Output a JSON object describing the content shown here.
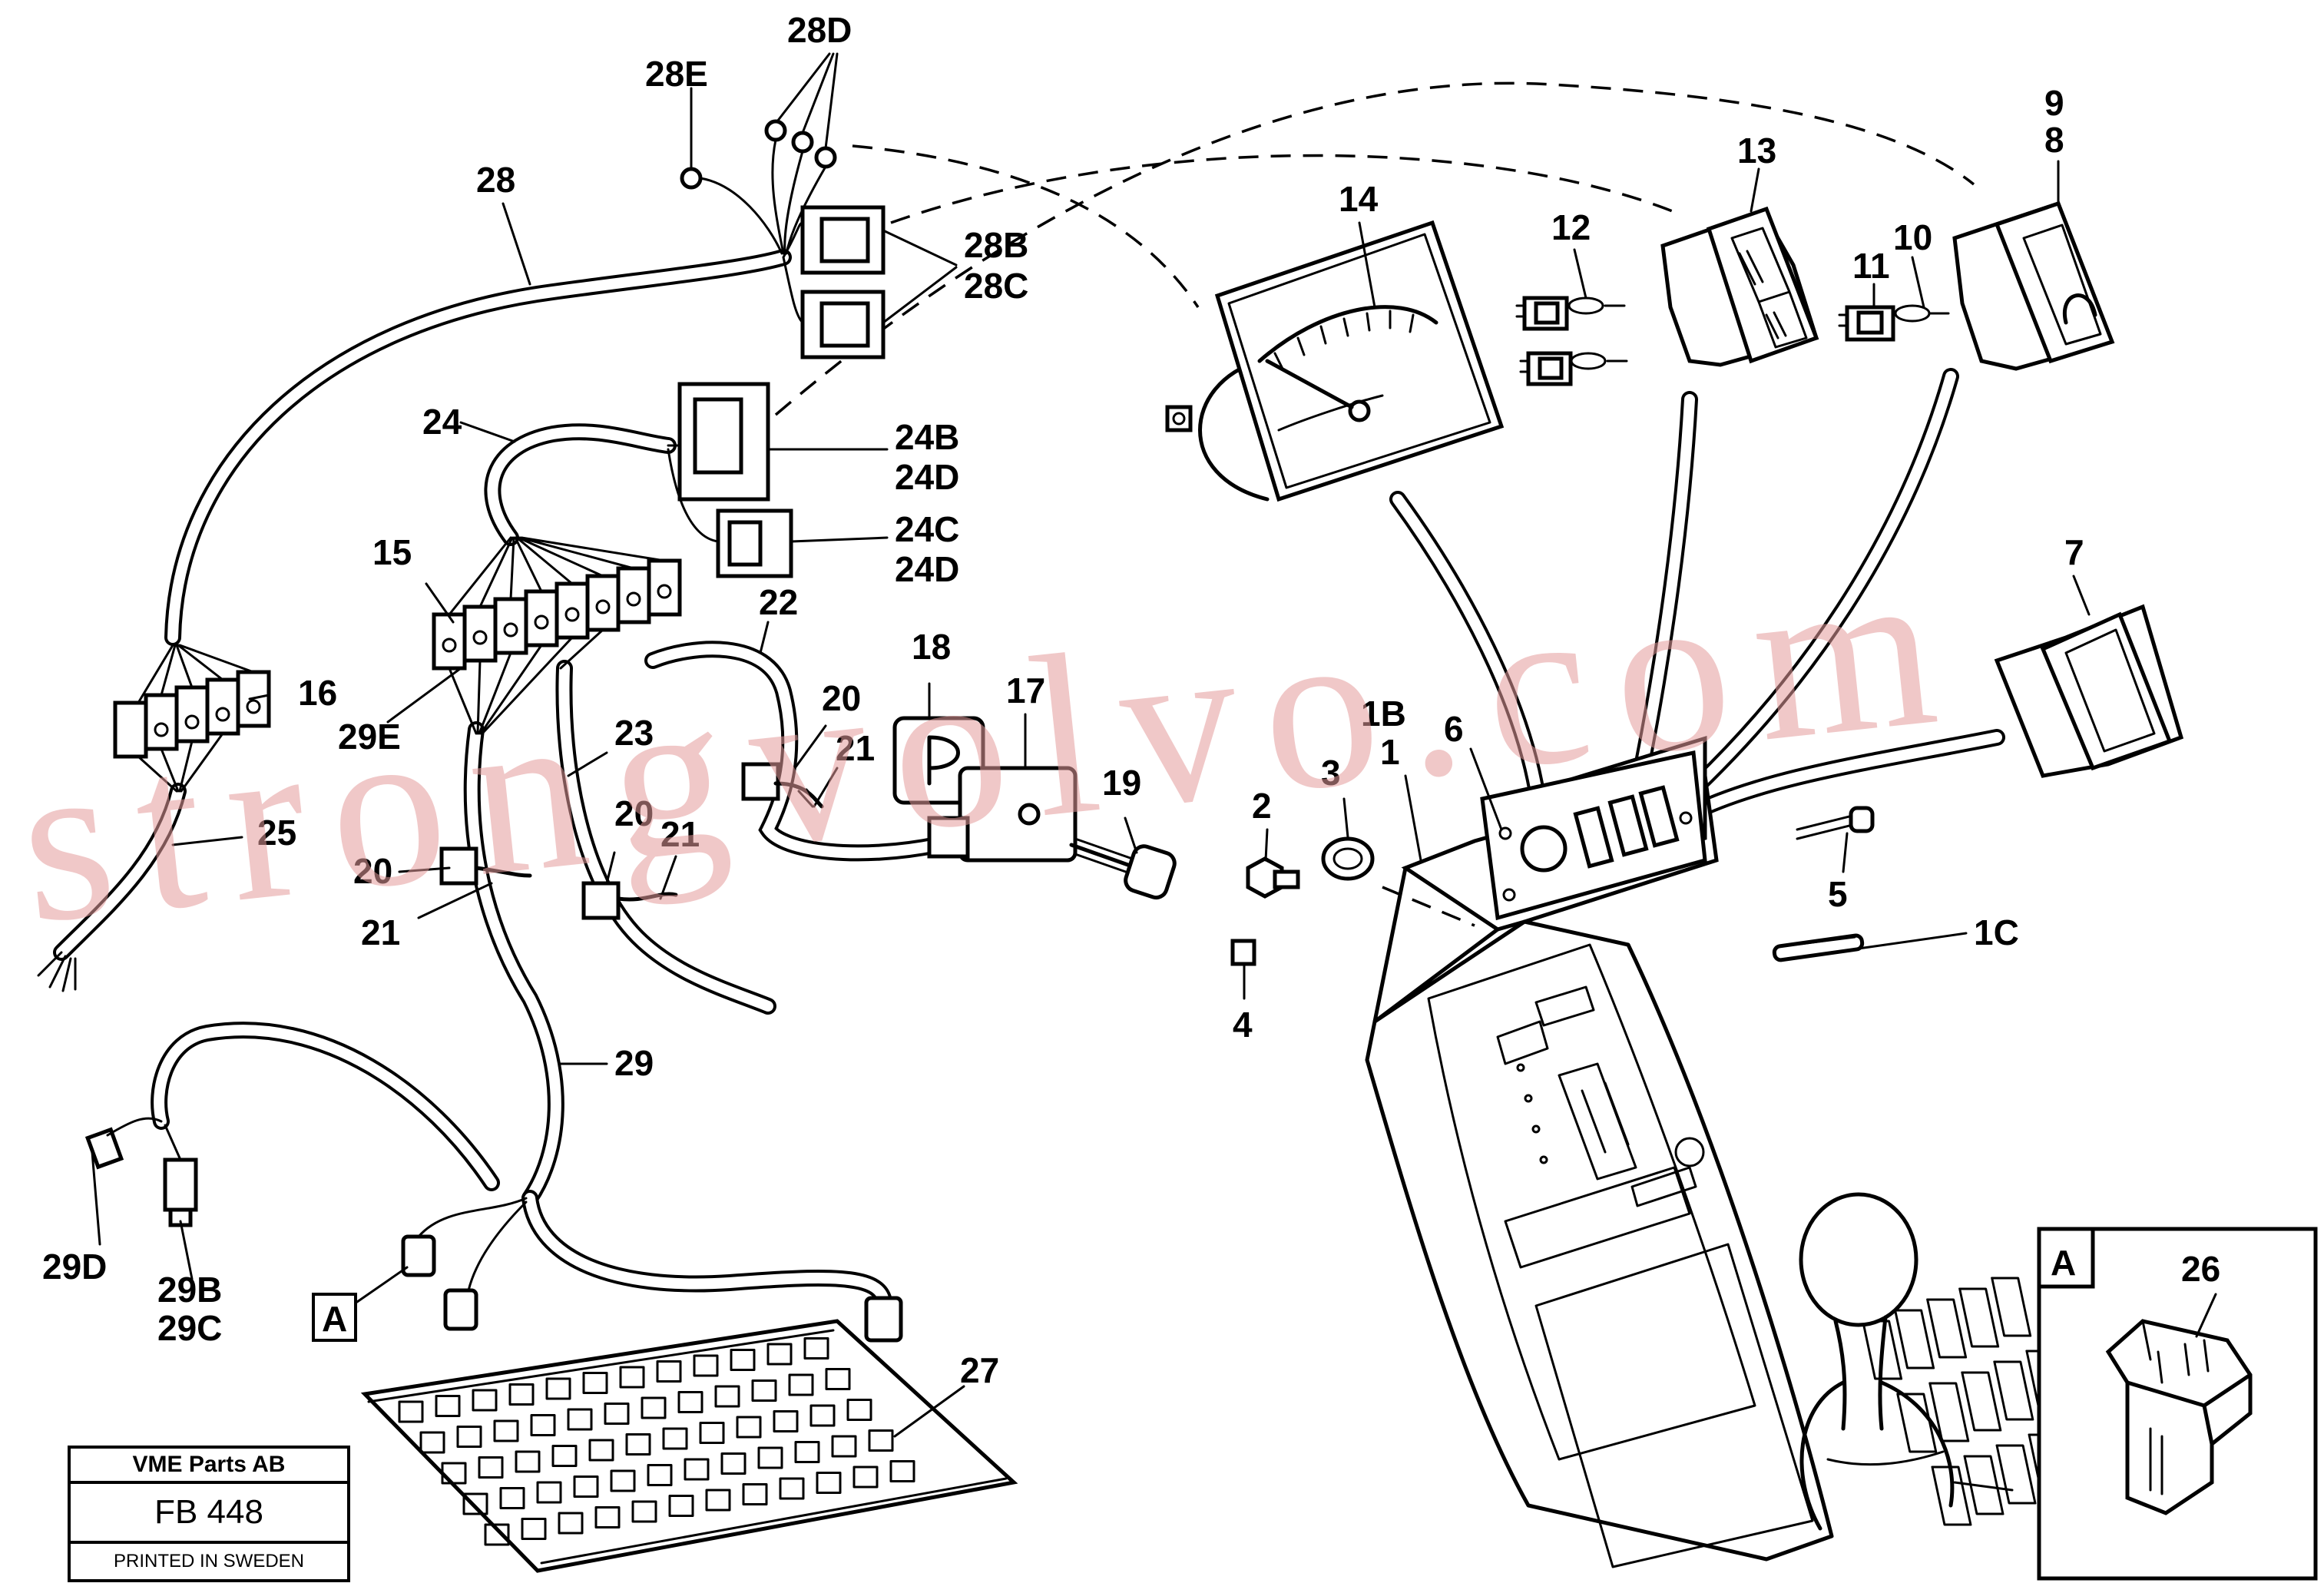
{
  "title_block": {
    "company": "VME Parts AB",
    "figure_code": "FB 448",
    "printed": "PRINTED IN SWEDEN"
  },
  "watermark": "strongvolvo.com",
  "detail_box": {
    "letter": "A",
    "item": "26"
  },
  "callouts": [
    {
      "id": "c-28d",
      "text": "28D"
    },
    {
      "id": "c-28e",
      "text": "28E"
    },
    {
      "id": "c-28",
      "text": "28"
    },
    {
      "id": "c-28b",
      "text": "28B"
    },
    {
      "id": "c-28c",
      "text": "28C"
    },
    {
      "id": "c-24",
      "text": "24"
    },
    {
      "id": "c-24b",
      "text": "24B"
    },
    {
      "id": "c-24d1",
      "text": "24D"
    },
    {
      "id": "c-24c",
      "text": "24C"
    },
    {
      "id": "c-24d2",
      "text": "24D"
    },
    {
      "id": "c-15",
      "text": "15"
    },
    {
      "id": "c-16",
      "text": "16"
    },
    {
      "id": "c-22",
      "text": "22"
    },
    {
      "id": "c-18",
      "text": "18"
    },
    {
      "id": "c-17",
      "text": "17"
    },
    {
      "id": "c-20a",
      "text": "20"
    },
    {
      "id": "c-21a",
      "text": "21"
    },
    {
      "id": "c-29e",
      "text": "29E"
    },
    {
      "id": "c-23",
      "text": "23"
    },
    {
      "id": "c-25",
      "text": "25"
    },
    {
      "id": "c-20b",
      "text": "20"
    },
    {
      "id": "c-21b",
      "text": "21"
    },
    {
      "id": "c-20c",
      "text": "20"
    },
    {
      "id": "c-21c",
      "text": "21"
    },
    {
      "id": "c-19",
      "text": "19"
    },
    {
      "id": "c-29",
      "text": "29"
    },
    {
      "id": "c-29d",
      "text": "29D"
    },
    {
      "id": "c-29b",
      "text": "29B"
    },
    {
      "id": "c-29c",
      "text": "29C"
    },
    {
      "id": "c-a",
      "text": "A"
    },
    {
      "id": "c-27",
      "text": "27"
    },
    {
      "id": "c-14",
      "text": "14"
    },
    {
      "id": "c-13",
      "text": "13"
    },
    {
      "id": "c-12",
      "text": "12"
    },
    {
      "id": "c-11",
      "text": "11"
    },
    {
      "id": "c-10",
      "text": "10"
    },
    {
      "id": "c-9",
      "text": "9"
    },
    {
      "id": "c-8",
      "text": "8"
    },
    {
      "id": "c-7",
      "text": "7"
    },
    {
      "id": "c-1b",
      "text": "1B"
    },
    {
      "id": "c-1",
      "text": "1"
    },
    {
      "id": "c-6",
      "text": "6"
    },
    {
      "id": "c-3",
      "text": "3"
    },
    {
      "id": "c-2",
      "text": "2"
    },
    {
      "id": "c-5",
      "text": "5"
    },
    {
      "id": "c-1c",
      "text": "1C"
    },
    {
      "id": "c-4",
      "text": "4"
    }
  ]
}
